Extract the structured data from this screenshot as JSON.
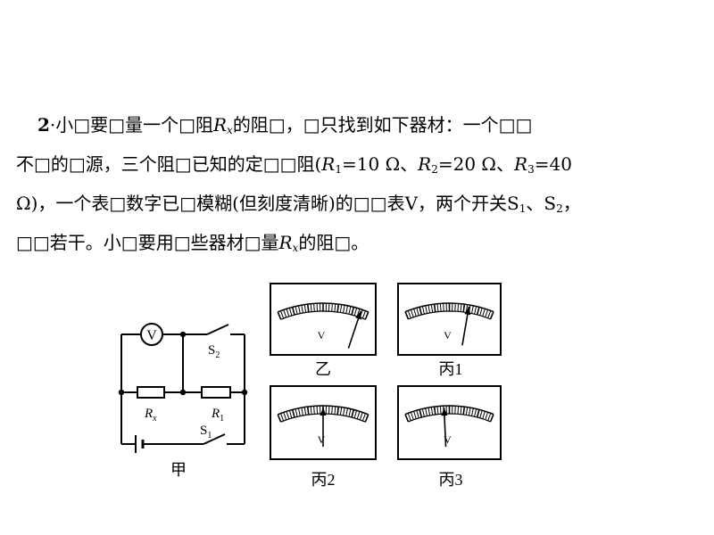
{
  "problem": {
    "number": "2",
    "line1": {
      "a": "·小□要□量一个□阻",
      "var": "R",
      "sub": "x",
      "b": "的阻□，□只找到如下器材：一个□□"
    },
    "line2": {
      "a": "不□的□源，三个阻□已知的定□□阻(",
      "r1": "R",
      "r1sub": "1",
      "v1": "=10 Ω、",
      "r2": "R",
      "r2sub": "2",
      "v2": "=20 Ω、",
      "r3": "R",
      "r3sub": "3",
      "v3": "=40"
    },
    "line3": {
      "a": "Ω)，一个表□数字已□模糊(但刻度清晰)的□□表V，两个开关S",
      "s1sub": "1",
      "b": "、S",
      "s2sub": "2",
      "c": "，"
    },
    "line4": {
      "a": "□□若干。小□要用□些器材□量",
      "var": "R",
      "sub": "x",
      "b": "的阻□。"
    }
  },
  "circuit": {
    "voltmeter": "V",
    "switch2": "S",
    "switch2_sub": "2",
    "switch1": "S",
    "switch1_sub": "1",
    "rx": "R",
    "rx_sub": "x",
    "r1": "R",
    "r1_sub": "1",
    "caption": "甲"
  },
  "meters": [
    {
      "label": "V",
      "caption": "乙",
      "needle_fraction": 0.92
    },
    {
      "label": "V",
      "caption": "丙1",
      "needle_fraction": 0.72
    },
    {
      "label": "V",
      "caption": "丙2",
      "needle_fraction": 0.5
    },
    {
      "label": "V",
      "caption": "丙3",
      "needle_fraction": 0.44
    }
  ],
  "colors": {
    "ink": "#000000",
    "background": "#ffffff"
  }
}
